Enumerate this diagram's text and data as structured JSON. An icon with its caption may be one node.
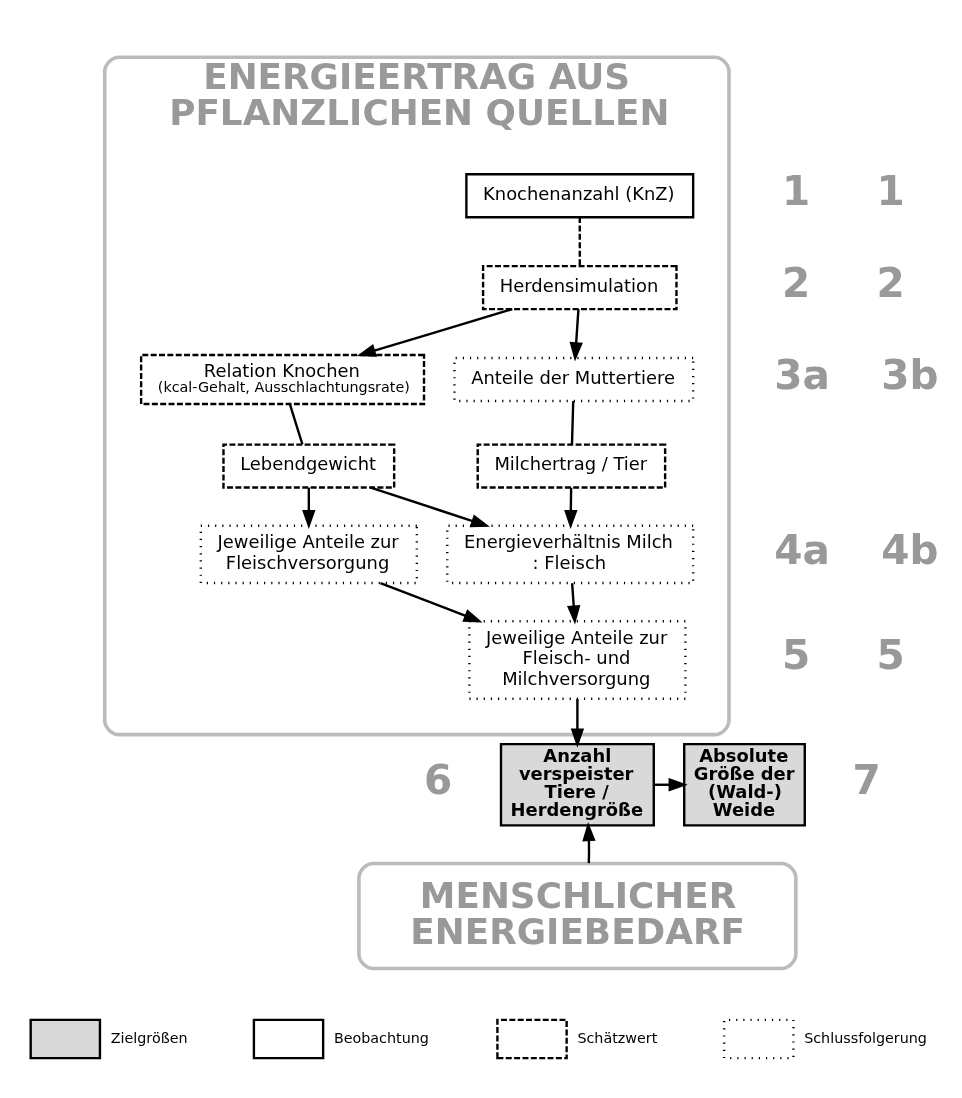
{
  "diagram": {
    "nodes": [
      {
        "text": [
          "ENERGIEERTRAG AUS PFLANZLICHEN QUELLEN"
        ]
      },
      {
        "text": [
          "Knochenanzahl (KnZ)"
        ],
        "in": 0
      },
      {
        "text": [
          "Herdensimulation"
        ],
        "in": 0
      },
      {
        "text": [
          "Relation Knochen",
          "(kcal-Gehalt, Ausschlachtungsrate)"
        ],
        "in": 0
      },
      {
        "text": [
          "Anteile der Muttertiere"
        ],
        "in": 0
      },
      {
        "text": [
          "Lebendgewicht"
        ],
        "in": 0
      },
      {
        "text": [
          "Milchertrag / Tier"
        ],
        "in": 0
      },
      {
        "text": [
          "Jeweilige Anteile zur Fleischversorgung"
        ],
        "in": 0
      },
      {
        "text": [
          "Energieverhältnis Milch : Fleisch"
        ],
        "in": 0
      },
      {
        "text": [
          "Jeweilige Anteile zur Fleisch- und Milchversorgung"
        ],
        "in": 0
      },
      {
        "text": [
          "Anzahl verspeister Tiere / Herdengröße"
        ]
      },
      {
        "text": [
          "Absolute Größe der (Wald-) Weide"
        ]
      },
      {
        "text": [
          "MENSCHLICHER ENERGIEBEDARF"
        ]
      }
    ],
    "edges": [
      {
        "from": 1,
        "to": 2,
        "arrow": "none",
        "style": "dashed"
      },
      {
        "from": 2,
        "to": 3,
        "arrow": "to"
      },
      {
        "from": 2,
        "to": 4,
        "arrow": "to"
      },
      {
        "from": 3,
        "to": 5,
        "arrow": "none"
      },
      {
        "from": 4,
        "to": 6,
        "arrow": "none"
      },
      {
        "from": 5,
        "to": 7,
        "arrow": "to"
      },
      {
        "from": 5,
        "to": 8,
        "arrow": "to"
      },
      {
        "from": 6,
        "to": 8,
        "arrow": "to"
      },
      {
        "from": 7,
        "to": 9,
        "arrow": "to"
      },
      {
        "from": 8,
        "to": 9,
        "arrow": "to"
      },
      {
        "from": 9,
        "to": 10,
        "arrow": "to"
      },
      {
        "from": 10,
        "to": 11,
        "arrow": "to"
      },
      {
        "from": 12,
        "to": 10,
        "arrow": "to"
      }
    ],
    "labels": [
      "1",
      "1",
      "2",
      "2",
      "3a",
      "3b",
      "4a",
      "4b",
      "5",
      "5",
      "6",
      "7"
    ],
    "legend": [
      {
        "text": "Zielgrößen",
        "color": "#d9d9d9"
      },
      {
        "text": "Beobachtung"
      },
      {
        "text": "Schätzwert"
      },
      {
        "text": "Schlussfolgerung"
      }
    ]
  }
}
